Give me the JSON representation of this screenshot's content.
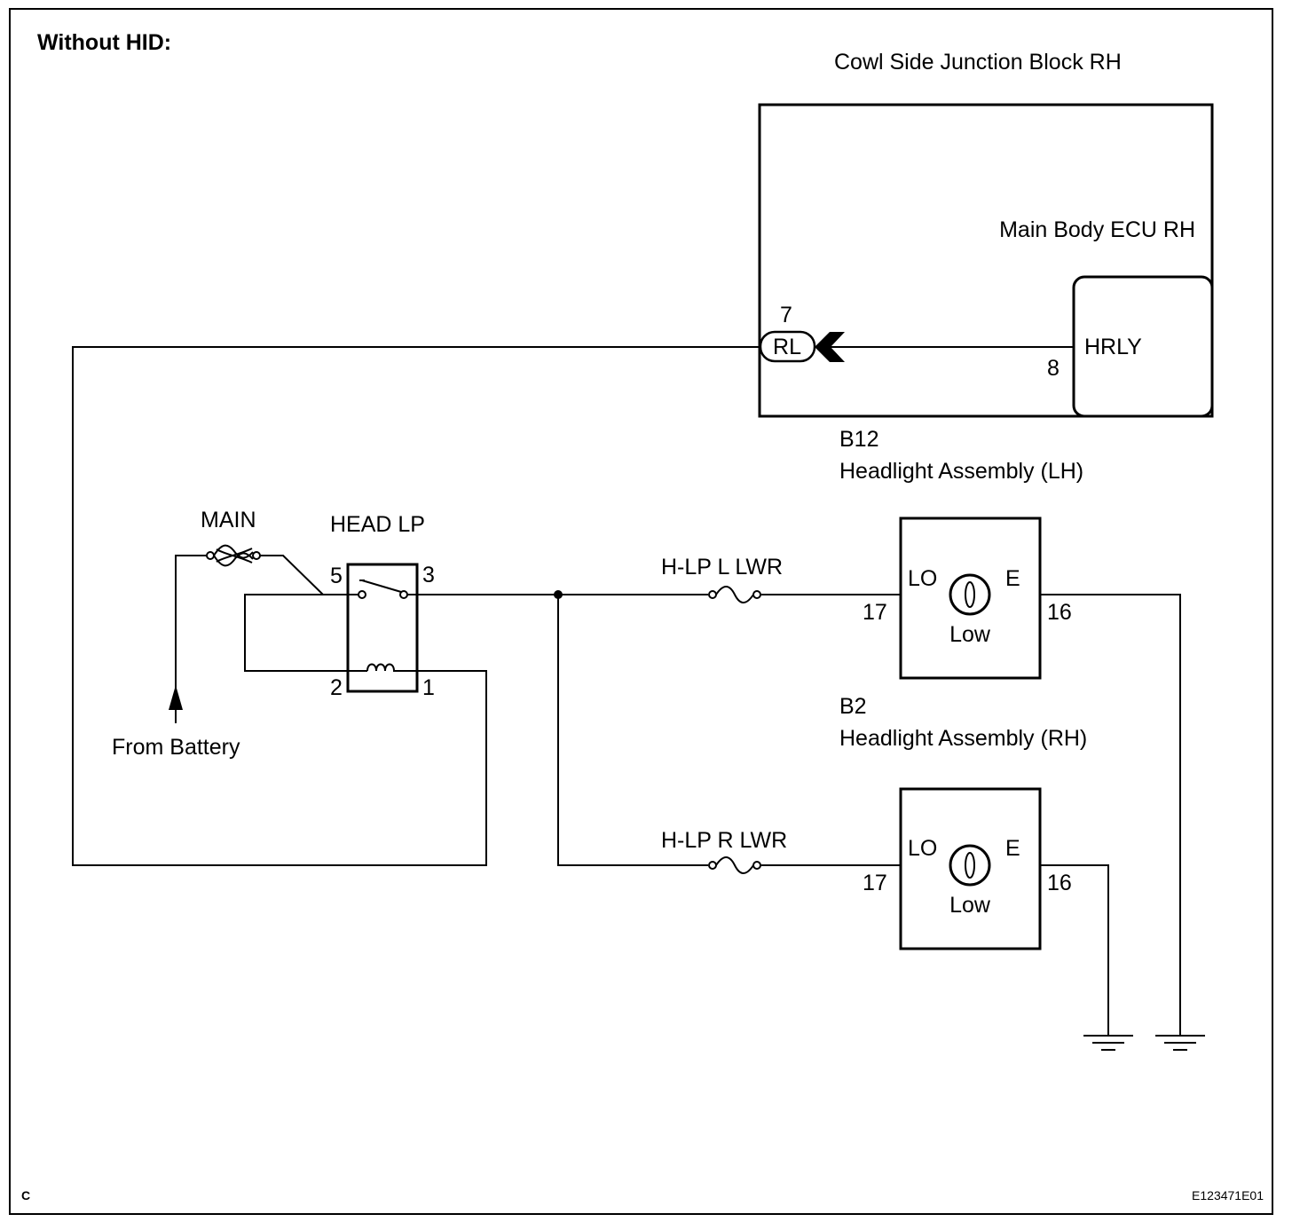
{
  "header": {
    "title": "Without HID:"
  },
  "footer": {
    "corner_letter": "C",
    "figure_id": "E123471E01"
  },
  "junction_block": {
    "title": "Cowl Side Junction Block RH",
    "ecu_label": "Main Body ECU RH",
    "ecu_component": "HRLY",
    "ecu_pin": "8",
    "connector_pin": "7",
    "connector_label": "RL"
  },
  "battery": {
    "label": "From Battery"
  },
  "fuses": {
    "main": "MAIN",
    "left": "H-LP L LWR",
    "right": "H-LP R LWR"
  },
  "relay": {
    "label": "HEAD LP",
    "pins": {
      "p5": "5",
      "p3": "3",
      "p2": "2",
      "p1": "1"
    }
  },
  "headlights": [
    {
      "code": "B12",
      "name": "Headlight Assembly (LH)",
      "terminal_lo": "LO",
      "terminal_e": "E",
      "pin_in": "17",
      "pin_out": "16",
      "bulb_label": "Low"
    },
    {
      "code": "B2",
      "name": "Headlight Assembly (RH)",
      "terminal_lo": "LO",
      "terminal_e": "E",
      "pin_in": "17",
      "pin_out": "16",
      "bulb_label": "Low"
    }
  ]
}
